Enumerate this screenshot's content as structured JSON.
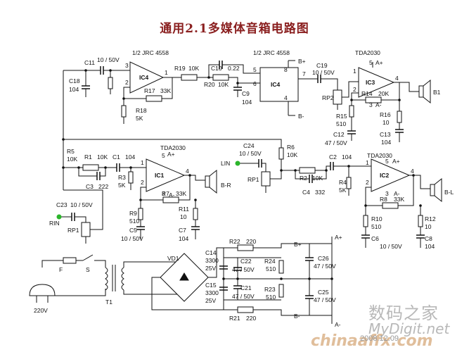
{
  "title": "通用2.1多媒体音箱电路图",
  "watermark": {
    "cn": "数码之家",
    "en": "MyDigit.net",
    "site": "chinaaffx.com",
    "date": "2008.12.09"
  },
  "chips": {
    "ic4a": "IC4",
    "ic4b": "IC4",
    "ic3": "IC3",
    "ic1": "IC1",
    "ic2": "IC2",
    "jrc1": "1/2 JRC 4558",
    "jrc2": "1/2 JRC 4558",
    "tda1": "TDA2030",
    "tda2": "TDA2030",
    "tda3": "TDA2030"
  },
  "components": {
    "c11": "C11",
    "c11v": "10 / 50V",
    "c18": "C18",
    "c18v": "104",
    "r17": "R17",
    "r17v": "33K",
    "r18": "R18",
    "r18v": "5K",
    "r19": "R19",
    "r19v": "10K",
    "c10": "C10",
    "c10v": "0.22",
    "r20": "R20",
    "r20v": "10K",
    "c9": "C9",
    "c9v": "104",
    "c19": "C19",
    "c19v": "10 / 50V",
    "rp2": "RP2",
    "r15": "R15",
    "r15v": "510",
    "c12": "C12",
    "c12v": "47 / 50V",
    "r14": "R14",
    "r14v": "20K",
    "r16": "R16",
    "r16v": "10",
    "c13": "C13",
    "c13v": "104",
    "b1": "B1",
    "r5": "R5",
    "r5v": "10K",
    "r1": "R1",
    "r1v": "10K",
    "c1": "C1",
    "c1v": "104",
    "c3": "C3",
    "c3v": "222",
    "r3": "R3",
    "r3v": "5K",
    "r7": "R7",
    "r7v": "33K",
    "br": "B-R",
    "r9": "R9",
    "r9v": "510",
    "c5": "C5",
    "c5v": "10 / 50V",
    "r11": "R11",
    "r11v": "10",
    "c7": "C7",
    "c7v": "104",
    "c24": "C24",
    "c24v": "10 / 50V",
    "r6": "R6",
    "r6v": "10K",
    "lin": "LIN",
    "rp1": "RP1",
    "r2": "R2",
    "r2v": "10K",
    "c2": "C2",
    "c2v": "104",
    "c4": "C4",
    "c4v": "332",
    "r4": "R4",
    "r4v": "5K",
    "r8": "R8",
    "r8v": "33K",
    "bl": "B-L",
    "r10": "R10",
    "r10v": "510",
    "c6": "C6",
    "c6v": "10 / 50V",
    "r12": "R12",
    "r12v": "10",
    "c8": "C8",
    "c8v": "104",
    "c23": "C23",
    "c23v": "10 / 50V",
    "rin": "RIN",
    "rp1b": "RP1",
    "f": "F",
    "s": "S",
    "t1": "T1",
    "v220": "220V",
    "vd1": "VD1",
    "c14": "C14",
    "c14v": "3300",
    "c14w": "25V",
    "c15": "C15",
    "c15v": "3300",
    "c15w": "25V",
    "r22": "R22",
    "r22v": "220",
    "r21": "R21",
    "r21v": "220",
    "c22": "C22",
    "c22v": "47 / 50V",
    "c21": "C21",
    "c21v": "47 / 50V",
    "r24": "R24",
    "r24v": "510",
    "r23": "R23",
    "r23v": "510",
    "c26": "C26",
    "c26v": "47 / 50V",
    "c25": "C25",
    "c25v": "47 / 50V"
  },
  "nets": {
    "ap": "A+",
    "an": "A-",
    "bp": "B+",
    "bn": "B-"
  },
  "pins": {
    "p1": "1",
    "p2": "2",
    "p3": "3",
    "p4": "4",
    "p5": "5",
    "p6": "6",
    "p7": "7",
    "p8": "8"
  }
}
